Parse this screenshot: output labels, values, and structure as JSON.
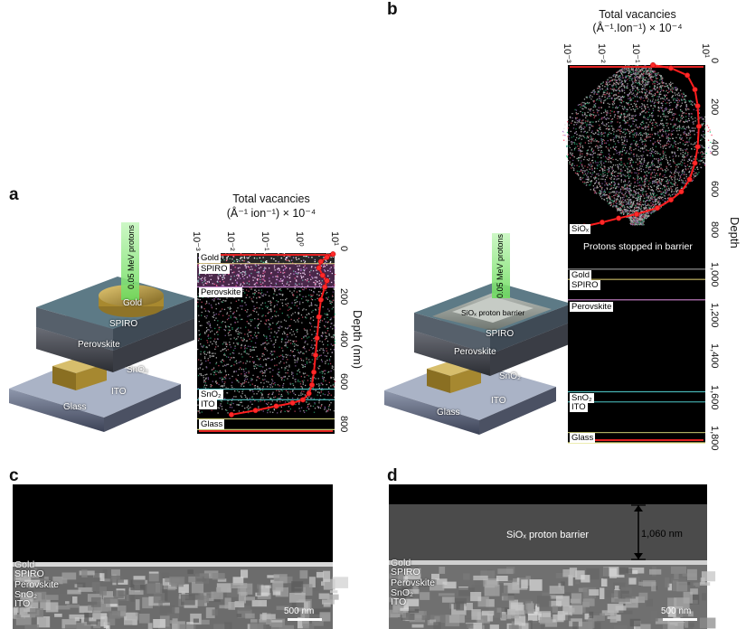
{
  "panels": {
    "a": "a",
    "b": "b",
    "c": "c",
    "d": "d"
  },
  "chart_data": [
    {
      "type": "line",
      "panel": "a",
      "title": "Total vacancies",
      "xlabel": "(Å⁻¹ ion⁻¹) × 10⁻⁴",
      "ylabel": "Depth (nm)",
      "x_scale": "log",
      "xlim": [
        0.001,
        10
      ],
      "ylim": [
        0,
        850
      ],
      "x_ticks": [
        "10⁻³",
        "10⁻²",
        "10⁻¹",
        "10⁰",
        "10¹"
      ],
      "y_ticks": [
        "0",
        "200",
        "400",
        "600",
        "800"
      ],
      "series": [
        {
          "x": [
            9,
            6,
            4,
            3.5,
            4.5,
            6,
            5.2,
            4,
            3.5,
            3.1,
            2.8,
            2.5,
            2.2,
            1.8,
            1.2,
            0.6,
            0.2,
            0.05,
            0.01
          ],
          "y": [
            5,
            20,
            40,
            70,
            105,
            130,
            160,
            220,
            300,
            400,
            480,
            560,
            620,
            660,
            690,
            705,
            720,
            740,
            760
          ]
        }
      ],
      "layers": [
        "Gold",
        "SPIRO",
        "Perovskite",
        "SnO₂",
        "ITO",
        "Glass"
      ]
    },
    {
      "type": "line",
      "panel": "b",
      "title": "Total vacancies",
      "xlabel": "(Å⁻¹.Ion⁻¹) × 10⁻⁴",
      "ylabel": "Depth",
      "x_scale": "log",
      "xlim": [
        0.001,
        10
      ],
      "ylim": [
        0,
        1850
      ],
      "x_ticks": [
        "10⁻³",
        "10⁻²",
        "10⁻¹",
        "10¹"
      ],
      "y_ticks": [
        "0",
        "200",
        "400",
        "600",
        "800",
        "1,000",
        "1,200",
        "1,400",
        "1,600",
        "1,800"
      ],
      "series": [
        {
          "x": [
            0.3,
            1,
            3,
            5,
            6,
            6.5,
            6,
            5,
            3.5,
            2,
            1,
            0.4,
            0.1,
            0.03,
            0.01,
            0.003
          ],
          "y": [
            0,
            15,
            50,
            120,
            200,
            300,
            400,
            480,
            560,
            620,
            660,
            700,
            730,
            750,
            770,
            790
          ]
        }
      ],
      "annotation": "Protons stopped in barrier",
      "layers": [
        "SiOₓ",
        "Gold",
        "SPIRO",
        "Perovskite",
        "SnO₂",
        "ITO",
        "Glass"
      ]
    }
  ],
  "device_a": {
    "beam": "0.05 MeV protons",
    "gold": "Gold",
    "spiro": "SPIRO",
    "perovskite": "Perovskite",
    "sno2": "SnO₂",
    "ito": "ITO",
    "glass": "Glass"
  },
  "device_b": {
    "beam": "0.05 MeV protons",
    "barrier": "SiOₓ proton barrier",
    "spiro": "SPIRO",
    "perovskite": "Perovskite",
    "sno2": "SnO₂",
    "ito": "ITO",
    "glass": "Glass"
  },
  "sem_c": {
    "labels": [
      "Gold",
      "SPIRO",
      "Perovskite",
      "SnO₂",
      "ITO"
    ],
    "scalebar": "500 nm"
  },
  "sem_d": {
    "barrier": "SiOₓ proton barrier",
    "thickness": "1,060 nm",
    "labels": [
      "Gold",
      "SPIRO",
      "Perovskite",
      "SnO₂",
      "ITO"
    ],
    "scalebar": "500 nm"
  }
}
